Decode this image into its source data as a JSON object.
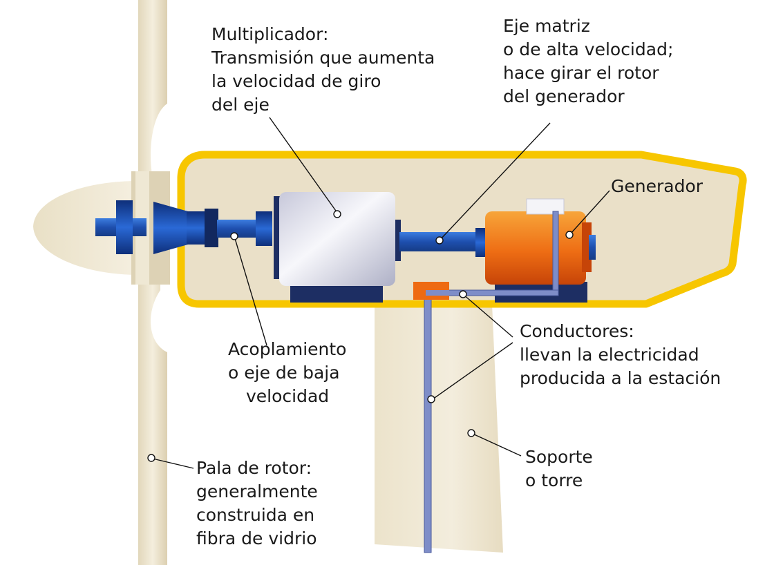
{
  "labels": {
    "multiplicador": [
      "Multiplicador:",
      "Transmisión que aumenta",
      "la velocidad de giro",
      "del eje"
    ],
    "eje_matriz": [
      "Eje matriz",
      "o de alta velocidad;",
      "hace girar el rotor",
      "del generador"
    ],
    "generador": [
      "Generador"
    ],
    "acoplamiento": [
      "Acoplamiento",
      "o eje de baja",
      "velocidad"
    ],
    "conductores": [
      "Conductores:",
      "llevan la electricidad",
      "producida a la estación"
    ],
    "soporte": [
      "Soporte",
      "o torre"
    ],
    "pala": [
      "Pala de rotor:",
      "generalmente",
      "construida en",
      "fibra de vidrio"
    ]
  },
  "colors": {
    "nacelle_outline": "#f7c600",
    "nacelle_fill": "#eae0c8",
    "tower": "#ede5cf",
    "blade": "#ece3cc",
    "shaft": "#1f57b8",
    "gearbox": "#e6e6ee",
    "generator": "#ee6a12",
    "base": "#1d2e63",
    "conductor": "#7e8dc8"
  }
}
